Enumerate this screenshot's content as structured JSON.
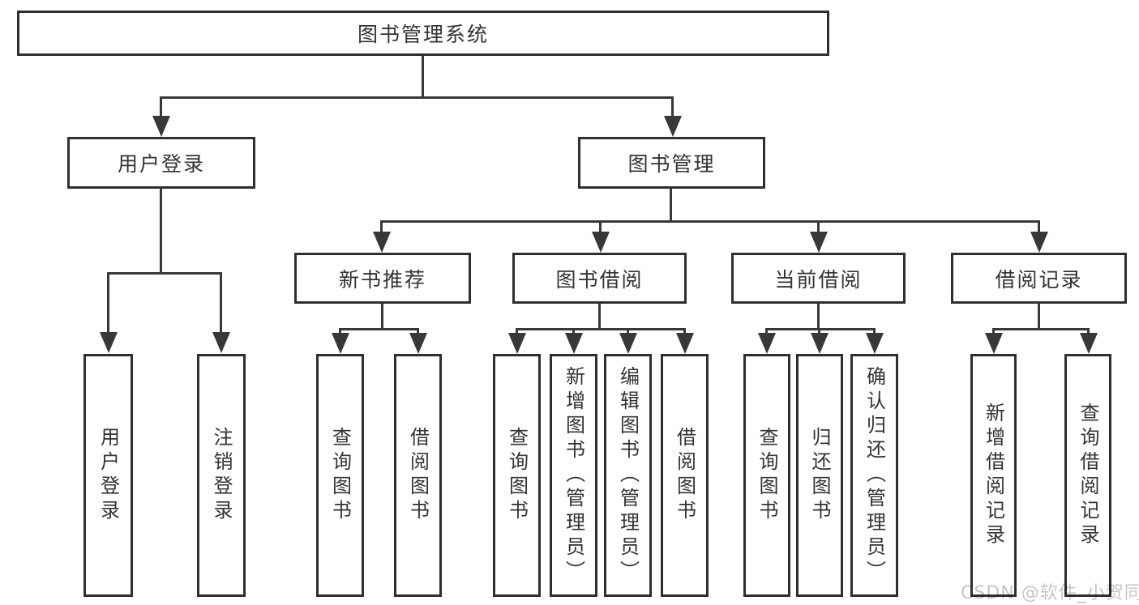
{
  "colors": {
    "line": "#383838",
    "box_border": "#2f2f2f",
    "text": "#333333",
    "background": "#ffffff",
    "watermark": "#c6c6c6"
  },
  "tree": {
    "root": {
      "label": "图书管理系统",
      "children": [
        {
          "label": "用户登录",
          "children": [
            {
              "label": "用户登录"
            },
            {
              "label": "注销登录"
            }
          ]
        },
        {
          "label": "图书管理",
          "children": [
            {
              "label": "新书推荐",
              "children": [
                {
                  "label": "查询图书"
                },
                {
                  "label": "借阅图书"
                }
              ]
            },
            {
              "label": "图书借阅",
              "children": [
                {
                  "label": "查询图书"
                },
                {
                  "label": "新增图书（管理员）"
                },
                {
                  "label": "编辑图书（管理员）"
                },
                {
                  "label": "借阅图书"
                }
              ]
            },
            {
              "label": "当前借阅",
              "children": [
                {
                  "label": "查询图书"
                },
                {
                  "label": "归还图书"
                },
                {
                  "label": "确认归还（管理员）"
                }
              ]
            },
            {
              "label": "借阅记录",
              "children": [
                {
                  "label": "新增借阅记录"
                },
                {
                  "label": "查询借阅记录"
                }
              ]
            }
          ]
        }
      ]
    }
  },
  "watermark": {
    "text": "CSDN @软件_小贺同学"
  }
}
